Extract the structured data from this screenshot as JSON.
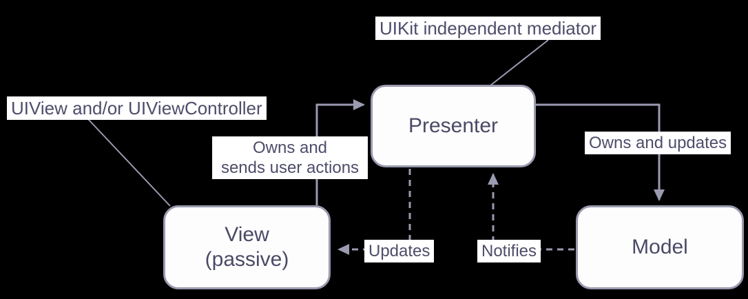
{
  "diagram": {
    "title": "MVP pattern diagram",
    "colors": {
      "background": "#000000",
      "line": "#9a9ab0",
      "box_fill": "#fdfdfe",
      "text": "#4a4a66",
      "label_background": "#ffffff"
    },
    "boxes": {
      "presenter": {
        "label": "Presenter"
      },
      "view": {
        "line1": "View",
        "line2": "(passive)"
      },
      "model": {
        "label": "Model"
      }
    },
    "annotations": {
      "mediator": "UIKit independent mediator",
      "uiview": "UIView and/or UIViewController"
    },
    "edges": {
      "owns_sends": "Owns and\nsends user actions",
      "owns_updates": "Owns and updates",
      "updates": "Updates",
      "notifies": "Notifies"
    }
  }
}
